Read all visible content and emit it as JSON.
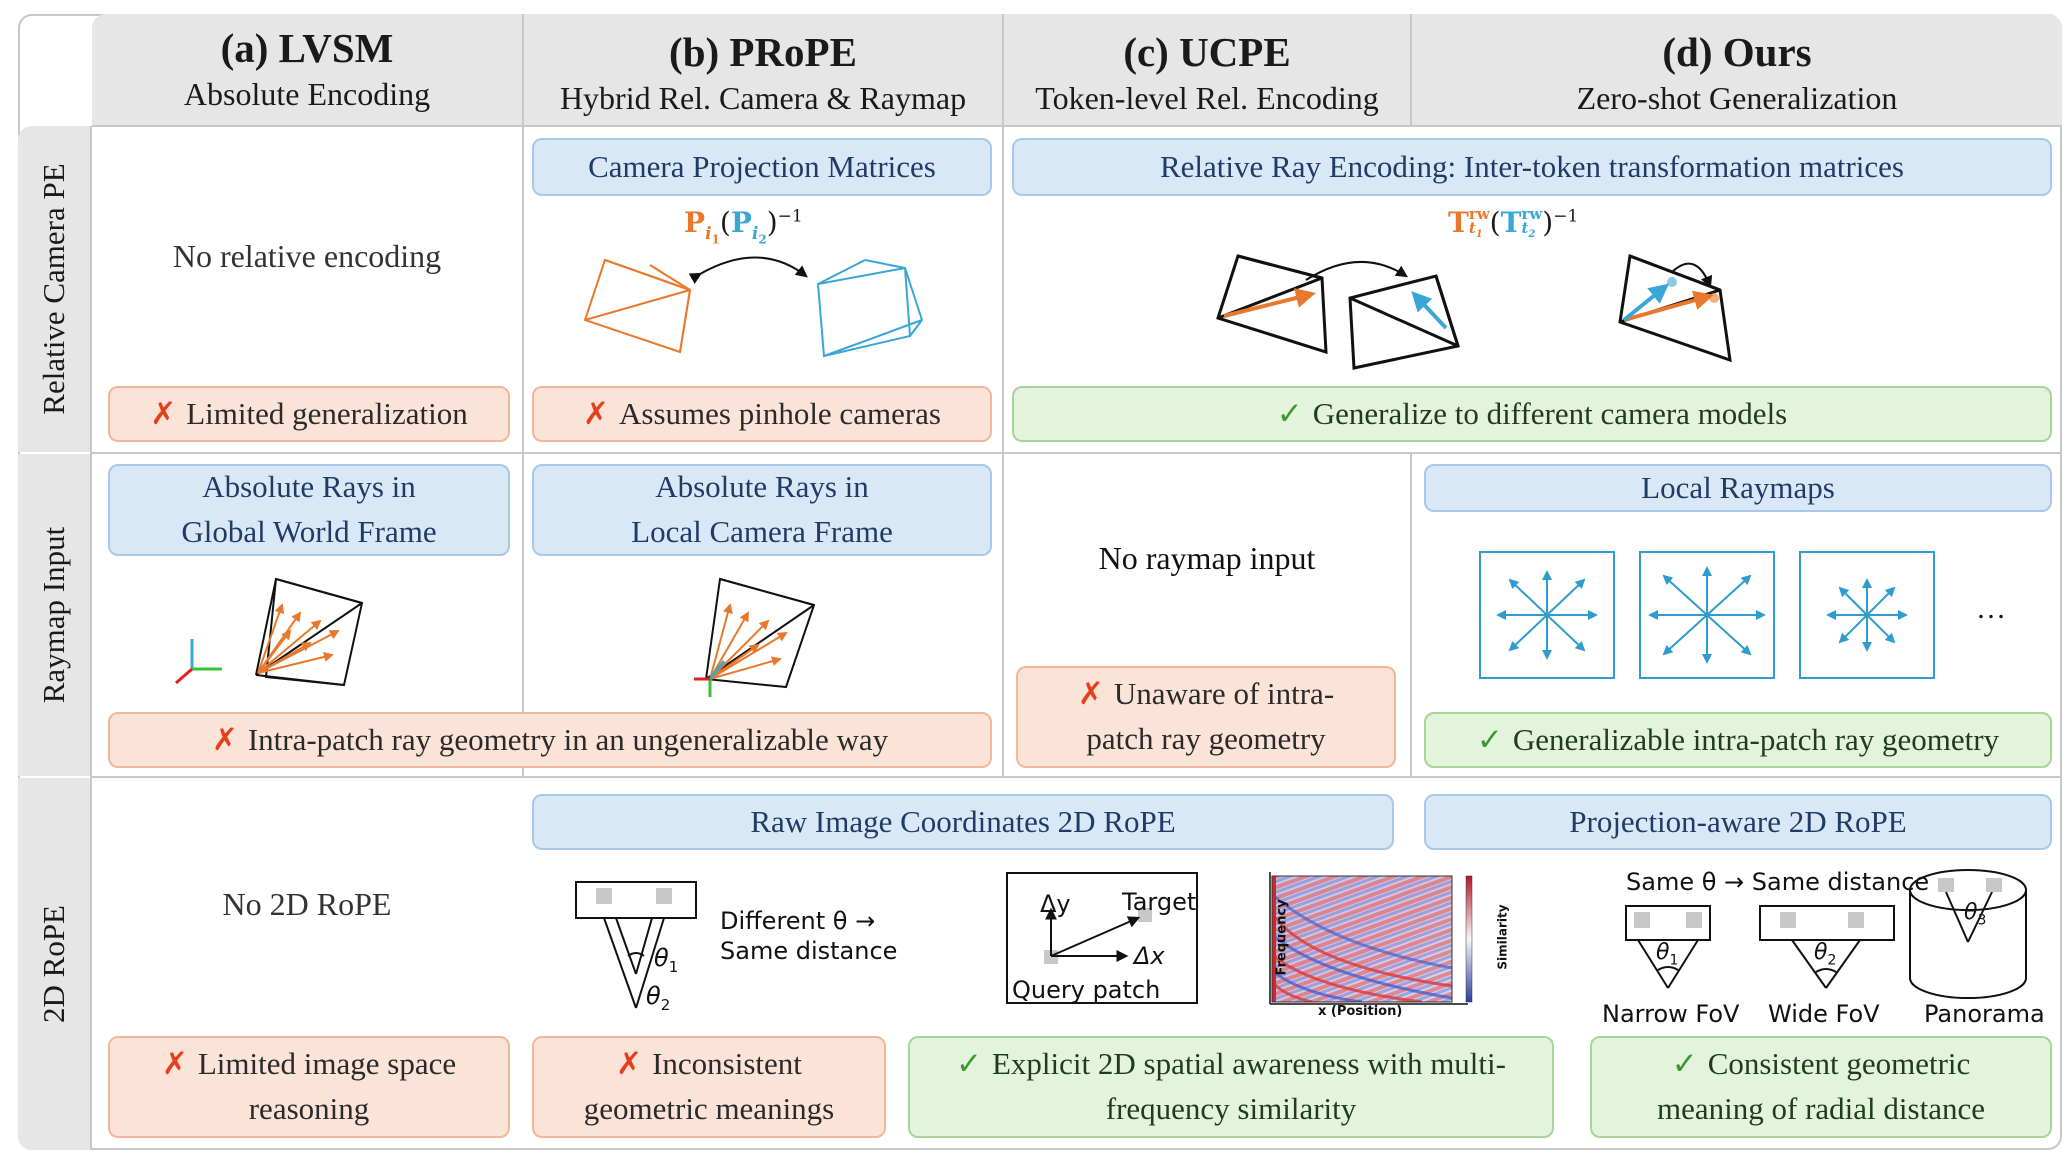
{
  "columns": [
    {
      "title": "(a) LVSM",
      "subtitle": "Absolute Encoding"
    },
    {
      "title": "(b) PRoPE",
      "subtitle": "Hybrid Rel. Camera & Raymap"
    },
    {
      "title": "(c) UCPE",
      "subtitle": "Token-level Rel. Encoding"
    },
    {
      "title": "(d) Ours",
      "subtitle": "Zero-shot Generalization"
    }
  ],
  "rows": [
    "Relative Camera PE",
    "Raymap Input",
    "2D RoPE"
  ],
  "row1": {
    "lvsm_text": "No relative encoding",
    "prope_box": "Camera Projection Matrices",
    "ucpe_box": "Relative Ray Encoding: Inter-token transformation matrices",
    "prope_formula": "P",
    "prope_formula_sub1": "i",
    "prope_formula_sub1b": "1",
    "prope_formula_sub2": "i",
    "prope_formula_sub2b": "2",
    "prope_formula_exp": "−1",
    "ucpe_formula": "T",
    "ucpe_formula_sup": "rw",
    "ucpe_formula_sub1": "t",
    "ucpe_formula_sub1b": "1",
    "ucpe_formula_sub2": "t",
    "ucpe_formula_sub2b": "2",
    "ucpe_formula_exp": "−1",
    "lvsm_con": "Limited generalization",
    "prope_con": "Assumes pinhole cameras",
    "ucpe_pro": "Generalize to different camera models"
  },
  "row2": {
    "lvsm_box_line1": "Absolute Rays in",
    "lvsm_box_line2": "Global World Frame",
    "prope_box_line1": "Absolute Rays in",
    "prope_box_line2": "Local Camera Frame",
    "ucpe_text": "No raymap input",
    "ours_box": "Local Raymaps",
    "ellipsis": "…",
    "shared_con": "Intra-patch ray geometry in an ungeneralizable way",
    "ucpe_con_line1": "Unaware of intra-",
    "ucpe_con_line2": "patch ray geometry",
    "ours_pro": "Generalizable intra-patch ray geometry"
  },
  "row3": {
    "lvsm_text": "No 2D RoPE",
    "raw_box": "Raw Image Coordinates 2D RoPE",
    "proj_box": "Projection-aware 2D RoPE",
    "diff_theta_line1": "Different θ →",
    "diff_theta_line2": "Same distance",
    "theta1": "θ",
    "theta1_sub": "1",
    "theta2": "θ",
    "theta2_sub": "2",
    "theta3": "θ",
    "theta3_sub": "3",
    "delta_y": "Δy",
    "delta_x": "Δx",
    "target": "Target",
    "query_patch": "Query patch",
    "freq_label": "Frequency",
    "xpos_label": "x (Position)",
    "sim_label": "Similarity",
    "same_theta": "Same θ → Same distance",
    "narrow": "Narrow FoV",
    "wide": "Wide FoV",
    "panorama": "Panorama",
    "lvsm_con_line1": "Limited image space",
    "lvsm_con_line2": "reasoning",
    "prope_con_line1": "Inconsistent",
    "prope_con_line2": "geometric meanings",
    "ucpe_pro_line1": "Explicit 2D spatial awareness with multi-",
    "ucpe_pro_line2": "frequency similarity",
    "ours_pro_line1": "Consistent geometric",
    "ours_pro_line2": "meaning of radial distance"
  },
  "marks": {
    "cross": "✗",
    "check": "✓"
  },
  "colors": {
    "orange": "#e8792c",
    "blue": "#3aa6d6",
    "red_box": "#fce3d8",
    "blue_box": "#d9e8f7",
    "green_box": "#e3f3dc"
  }
}
